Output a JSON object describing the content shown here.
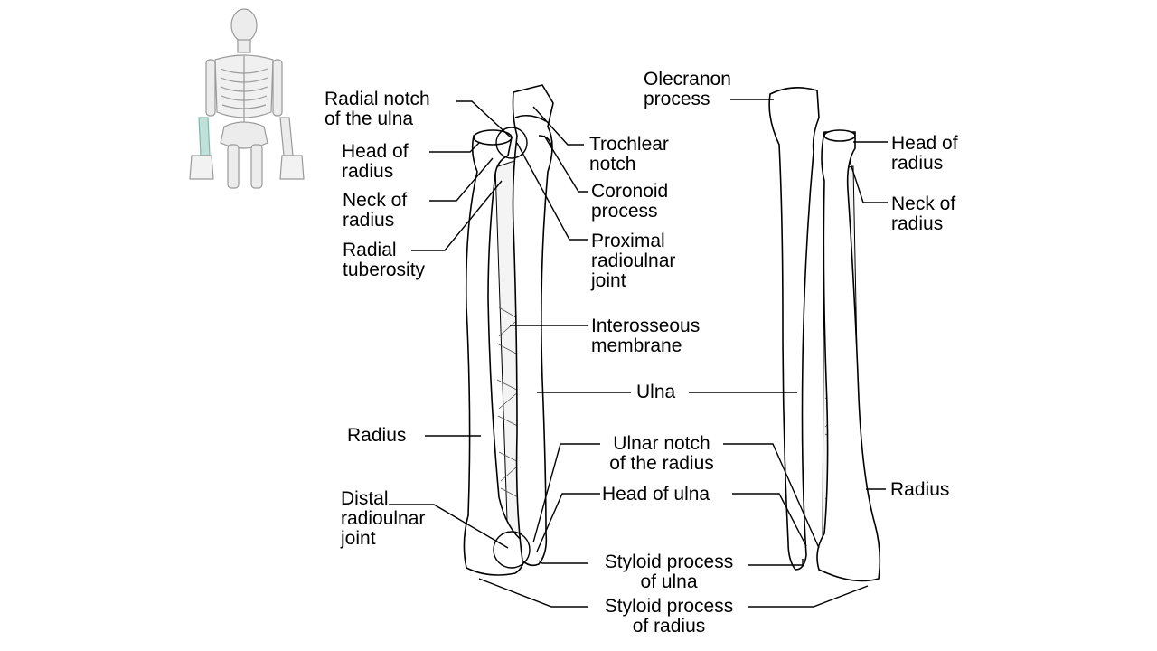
{
  "figure": {
    "outline_color": "#000000",
    "bone_fill": "#ffffff",
    "highlight_color": "#bfe1d9",
    "skeleton_gray": "#c8c8c8"
  },
  "labels": {
    "radial_notch_of_ulna": [
      "Radial notch",
      "of the ulna"
    ],
    "head_of_radius_left": [
      "Head of",
      "radius"
    ],
    "neck_of_radius_left": [
      "Neck of",
      "radius"
    ],
    "radial_tuberosity": [
      "Radial",
      "tuberosity"
    ],
    "trochlear_notch": [
      "Trochlear",
      "notch"
    ],
    "coronoid_process": [
      "Coronoid",
      "process"
    ],
    "proximal_radioulnar_joint": [
      "Proximal",
      "radioulnar",
      "joint"
    ],
    "interosseous_membrane": [
      "Interosseous",
      "membrane"
    ],
    "ulna": "Ulna",
    "radius_left": "Radius",
    "ulnar_notch_of_radius": [
      "Ulnar notch",
      "of the radius"
    ],
    "distal_radioulnar_joint": [
      "Distal",
      "radioulnar",
      "joint"
    ],
    "head_of_ulna": "Head of ulna",
    "styloid_process_of_ulna": [
      "Styloid process",
      "of ulna"
    ],
    "styloid_process_of_radius": [
      "Styloid process",
      "of radius"
    ],
    "olecranon_process": [
      "Olecranon",
      "process"
    ],
    "head_of_radius_right": [
      "Head of",
      "radius"
    ],
    "neck_of_radius_right": [
      "Neck of",
      "radius"
    ],
    "radius_right": "Radius"
  }
}
